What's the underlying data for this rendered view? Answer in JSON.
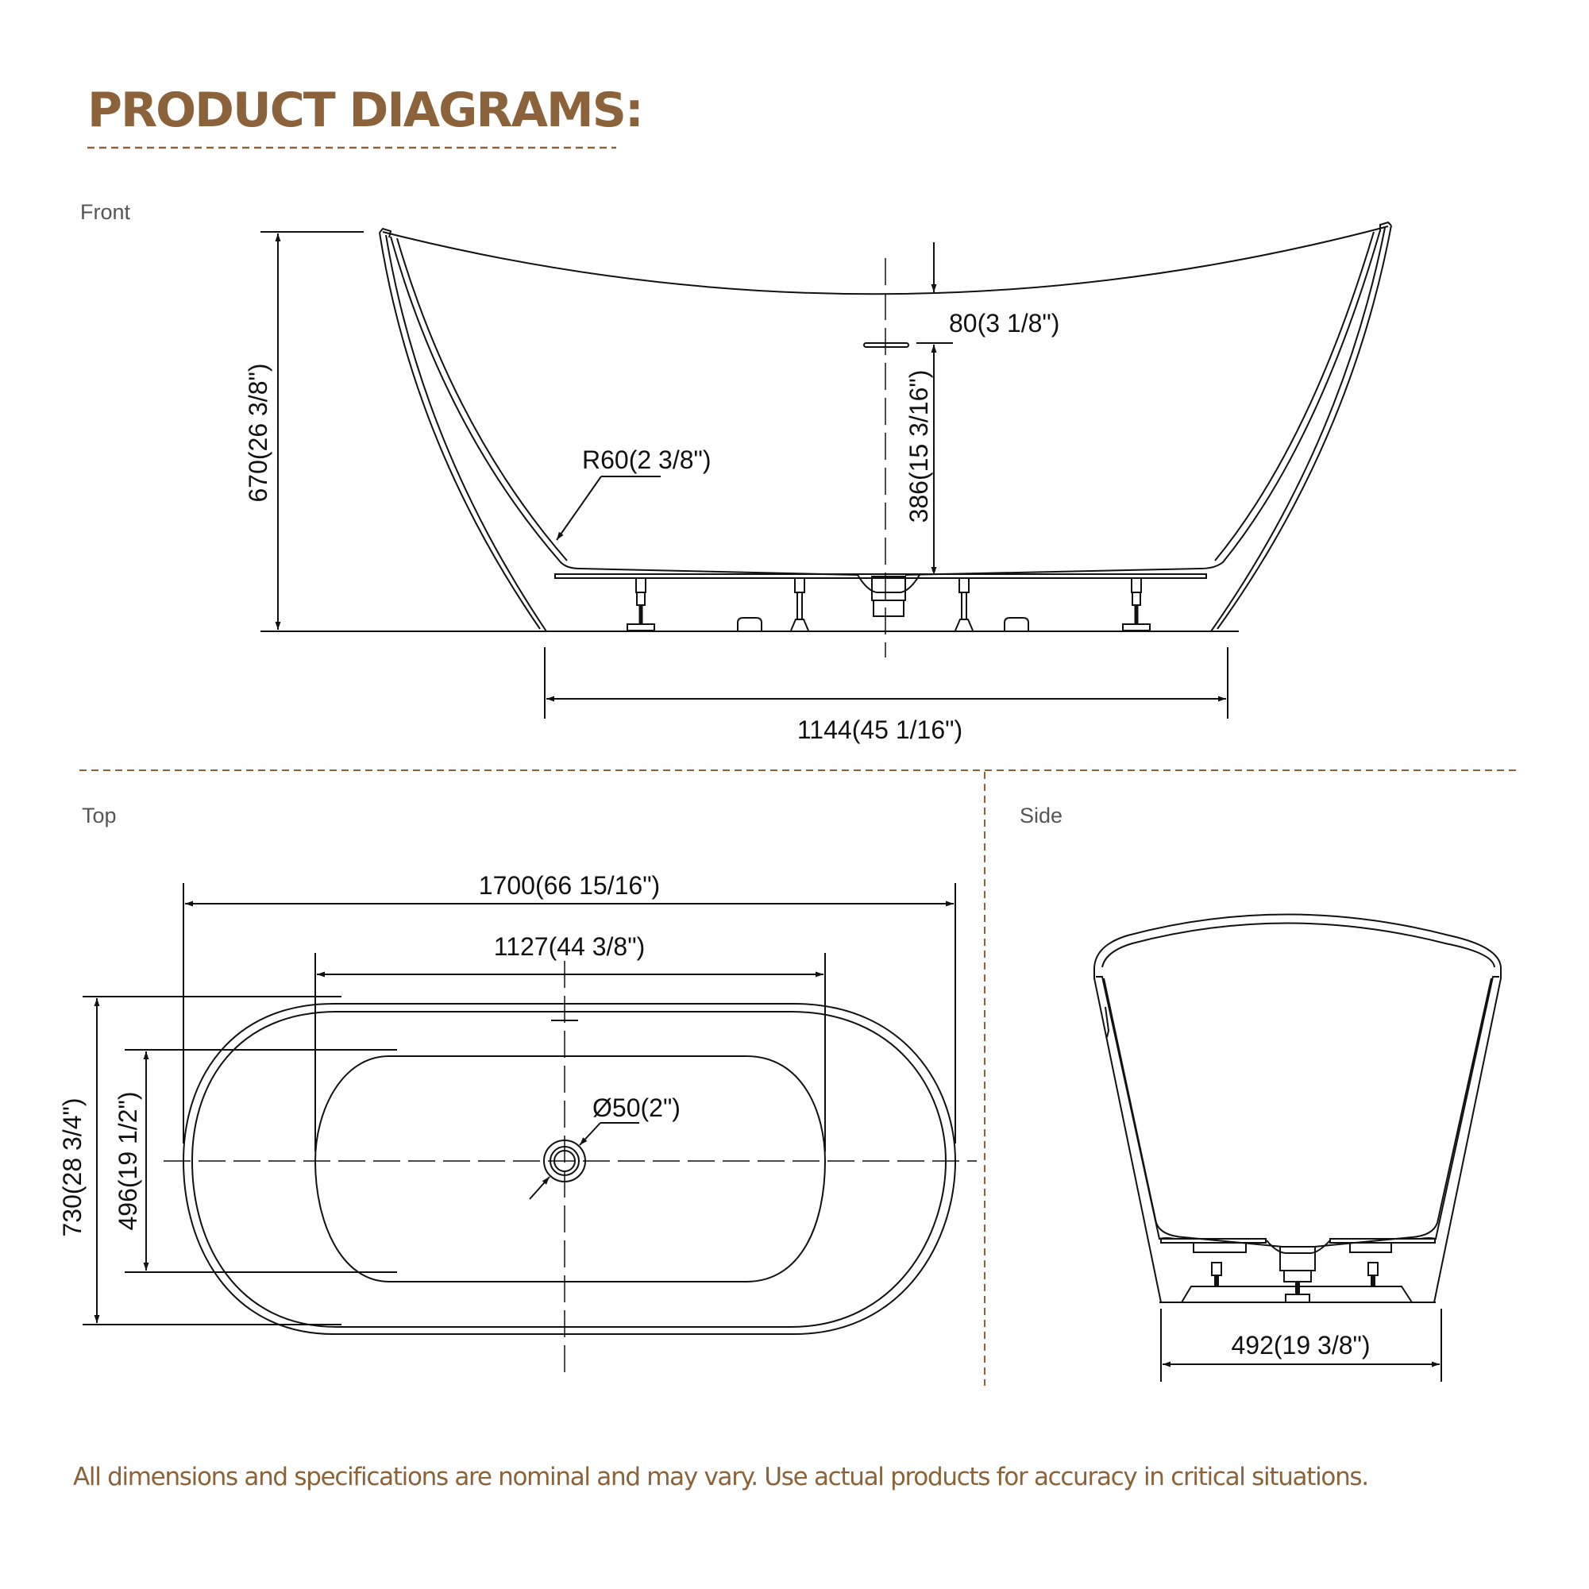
{
  "header": {
    "title": "PRODUCT DIAGRAMS:",
    "accent_color": "#8b6239"
  },
  "views": {
    "front": {
      "label": "Front",
      "dimensions": {
        "height": "670(26 3/8\")",
        "rim_to_overflow": "80(3 1/8\")",
        "overflow_to_floor": "386(15 3/16\")",
        "corner_radius": "R60(2 3/8\")",
        "base_length": "1144(45 1/16\")"
      }
    },
    "top": {
      "label": "Top",
      "dimensions": {
        "overall_length": "1700(66 15/16\")",
        "interior_length": "1127(44 3/8\")",
        "overall_width": "730(28 3/4\")",
        "interior_width": "496(19 1/2\")",
        "drain_diameter": "Ø50(2\")"
      }
    },
    "side": {
      "label": "Side",
      "dimensions": {
        "base_width": "492(19 3/8\")"
      }
    }
  },
  "footer": {
    "disclaimer": "All dimensions and specifications are nominal and may vary. Use actual products for accuracy in critical situations."
  }
}
